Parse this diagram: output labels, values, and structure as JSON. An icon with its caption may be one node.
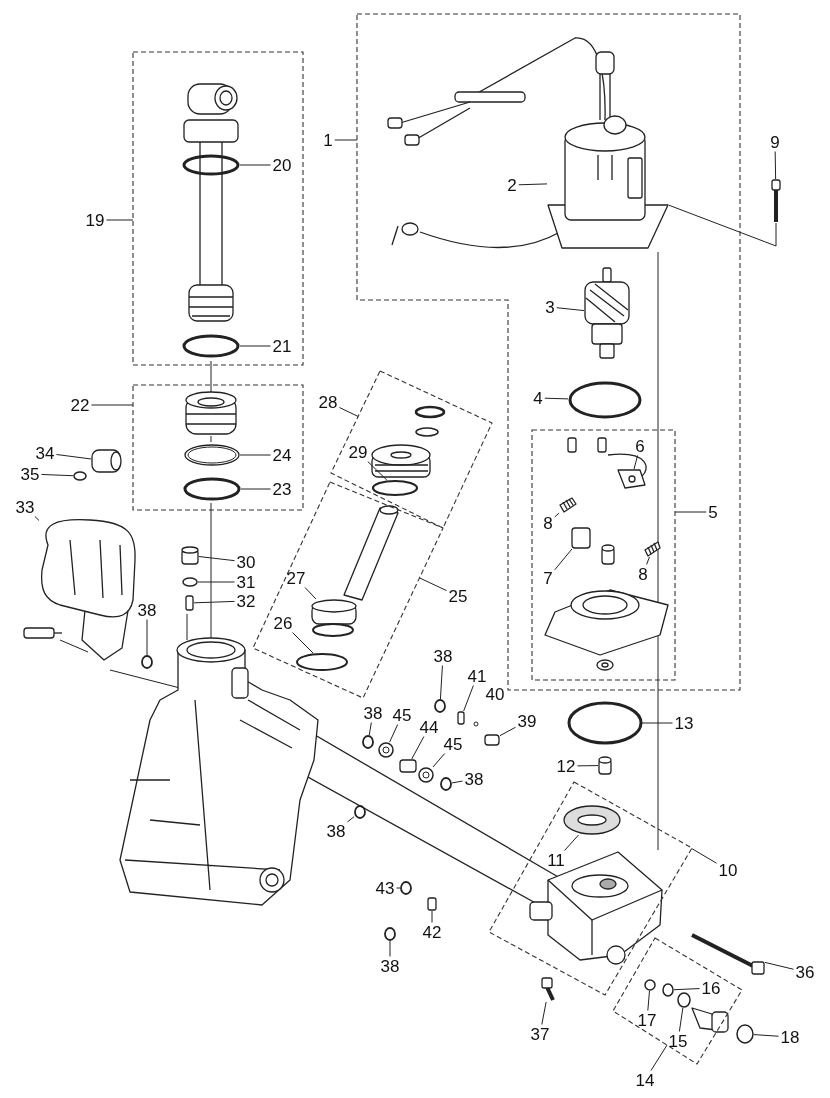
{
  "diagram": {
    "nodes": [
      {
        "text": [],
        "shape": "box"
      },
      {
        "text": [
          "1"
        ]
      },
      {
        "text": [
          "9"
        ]
      },
      {
        "text": [
          "2"
        ],
        "in": 0
      },
      {
        "text": [
          "3"
        ],
        "in": 0
      },
      {
        "text": [
          "4"
        ],
        "in": 0
      },
      {
        "text": [],
        "shape": "box",
        "in": 0
      },
      {
        "text": [
          "5"
        ],
        "in": 0
      },
      {
        "text": [
          "6"
        ],
        "in": 6
      },
      {
        "text": [
          "8"
        ],
        "in": 6
      },
      {
        "text": [
          "7"
        ],
        "in": 6
      },
      {
        "text": [
          "8"
        ],
        "in": 6
      },
      {
        "text": [],
        "shape": "box"
      },
      {
        "text": [
          "19"
        ]
      },
      {
        "text": [
          "20"
        ],
        "in": 12
      },
      {
        "text": [
          "21"
        ],
        "in": 12
      },
      {
        "text": [],
        "shape": "box"
      },
      {
        "text": [
          "22"
        ]
      },
      {
        "text": [
          "24"
        ],
        "in": 16
      },
      {
        "text": [
          "23"
        ],
        "in": 16
      },
      {
        "text": [],
        "shape": "box"
      },
      {
        "text": [
          "28"
        ]
      },
      {
        "text": [
          "29"
        ],
        "in": 20
      },
      {
        "text": [],
        "shape": "box"
      },
      {
        "text": [
          "25"
        ]
      },
      {
        "text": [
          "27"
        ],
        "in": 23
      },
      {
        "text": [
          "26"
        ],
        "in": 23
      },
      {
        "text": [
          "30"
        ]
      },
      {
        "text": [
          "31"
        ]
      },
      {
        "text": [
          "32"
        ]
      },
      {
        "text": [
          "34"
        ]
      },
      {
        "text": [
          "35"
        ]
      },
      {
        "text": [
          "33"
        ]
      },
      {
        "text": [
          "38"
        ]
      },
      {
        "text": [
          "38"
        ]
      },
      {
        "text": [
          "41"
        ]
      },
      {
        "text": [
          "38"
        ]
      },
      {
        "text": [
          "45"
        ]
      },
      {
        "text": [
          "44"
        ]
      },
      {
        "text": [
          "39"
        ]
      },
      {
        "text": [
          "45"
        ]
      },
      {
        "text": [
          "38"
        ]
      },
      {
        "text": [
          "13"
        ]
      },
      {
        "text": [
          "12"
        ]
      },
      {
        "text": [
          "38"
        ]
      },
      {
        "text": [],
        "shape": "box"
      },
      {
        "text": [
          "10"
        ]
      },
      {
        "text": [
          "11"
        ],
        "in": 45
      },
      {
        "text": [
          "43"
        ]
      },
      {
        "text": [
          "42"
        ]
      },
      {
        "text": [
          "38"
        ]
      },
      {
        "text": [],
        "shape": "box"
      },
      {
        "text": [
          "14"
        ]
      },
      {
        "text": [
          "17"
        ],
        "in": 51
      },
      {
        "text": [
          "15"
        ],
        "in": 51
      },
      {
        "text": [
          "16"
        ],
        "in": 51
      },
      {
        "text": [
          "18"
        ]
      },
      {
        "text": [
          "36"
        ]
      },
      {
        "text": [
          "37"
        ]
      },
      {
        "text": [],
        "shape": "picture"
      },
      {
        "text": [],
        "shape": "picture",
        "in": 0
      },
      {
        "text": [],
        "shape": "picture",
        "in": 0
      },
      {
        "text": [],
        "shape": "circle",
        "in": 0
      },
      {
        "text": [],
        "shape": "picture",
        "in": 6
      },
      {
        "text": [],
        "shape": "picture",
        "in": 6
      },
      {
        "text": [],
        "shape": "box",
        "in": 6
      },
      {
        "text": [],
        "shape": "picture",
        "in": 6
      },
      {
        "text": [],
        "shape": "circle",
        "in": 12
      },
      {
        "text": [],
        "shape": "circle",
        "in": 12
      },
      {
        "text": [],
        "shape": "circle",
        "in": 16
      },
      {
        "text": [],
        "shape": "circle",
        "in": 16
      },
      {
        "text": [],
        "shape": "circle",
        "in": 20
      },
      {
        "text": [],
        "shape": "cylinder",
        "in": 23
      },
      {
        "text": [],
        "shape": "circle",
        "in": 23
      },
      {
        "text": [],
        "shape": "cylinder"
      },
      {
        "text": [],
        "shape": "circle"
      },
      {
        "text": [],
        "shape": "box"
      },
      {
        "text": [],
        "shape": "cylinder"
      },
      {
        "text": [],
        "shape": "circle"
      },
      {
        "text": [],
        "shape": "picture"
      },
      {
        "text": [],
        "shape": "circle"
      },
      {
        "text": [],
        "shape": "circle"
      },
      {
        "text": [],
        "shape": "box"
      },
      {
        "text": [],
        "shape": "circle"
      },
      {
        "text": [],
        "shape": "circle"
      },
      {
        "text": [],
        "shape": "box"
      },
      {
        "text": [],
        "shape": "box"
      },
      {
        "text": [],
        "shape": "circle"
      },
      {
        "text": [],
        "shape": "circle"
      },
      {
        "text": [],
        "shape": "circle"
      },
      {
        "text": [],
        "shape": "cylinder"
      },
      {
        "text": [],
        "shape": "circle"
      },
      {
        "text": [],
        "shape": "circle",
        "in": 45
      },
      {
        "text": [],
        "shape": "circle"
      },
      {
        "text": [],
        "shape": "box"
      },
      {
        "text": [],
        "shape": "circle"
      },
      {
        "text": [],
        "shape": "circle",
        "in": 51
      },
      {
        "text": [],
        "shape": "circle",
        "in": 51
      },
      {
        "text": [],
        "shape": "circle",
        "in": 51
      },
      {
        "text": [],
        "shape": "circle"
      },
      {
        "text": [],
        "shape": "picture"
      },
      {
        "text": [],
        "shape": "picture"
      }
    ],
    "edges": [
      {
        "from": 1,
        "to": 0,
        "arrow": "none"
      },
      {
        "from": 2,
        "to": 59,
        "arrow": "none"
      },
      {
        "from": 3,
        "to": 60,
        "arrow": "none"
      },
      {
        "from": 4,
        "to": 61,
        "arrow": "none"
      },
      {
        "from": 5,
        "to": 62,
        "arrow": "none"
      },
      {
        "from": 7,
        "to": 6,
        "arrow": "none"
      },
      {
        "from": 8,
        "to": 63,
        "arrow": "none"
      },
      {
        "from": 9,
        "to": 64,
        "arrow": "none"
      },
      {
        "from": 10,
        "to": 65,
        "arrow": "none"
      },
      {
        "from": 11,
        "to": 66,
        "arrow": "none"
      },
      {
        "from": 13,
        "to": 12,
        "arrow": "none"
      },
      {
        "from": 14,
        "to": 67,
        "arrow": "none"
      },
      {
        "from": 15,
        "to": 68,
        "arrow": "none"
      },
      {
        "from": 17,
        "to": 16,
        "arrow": "none"
      },
      {
        "from": 18,
        "to": 69,
        "arrow": "none"
      },
      {
        "from": 19,
        "to": 70,
        "arrow": "none"
      },
      {
        "from": 21,
        "to": 20,
        "arrow": "none"
      },
      {
        "from": 22,
        "to": 71,
        "arrow": "none"
      },
      {
        "from": 24,
        "to": 23,
        "arrow": "none"
      },
      {
        "from": 25,
        "to": 72,
        "arrow": "none"
      },
      {
        "from": 26,
        "to": 73,
        "arrow": "none"
      },
      {
        "from": 27,
        "to": 74,
        "arrow": "none"
      },
      {
        "from": 28,
        "to": 75,
        "arrow": "none"
      },
      {
        "from": 29,
        "to": 76,
        "arrow": "none"
      },
      {
        "from": 30,
        "to": 77,
        "arrow": "none"
      },
      {
        "from": 31,
        "to": 78,
        "arrow": "none"
      },
      {
        "from": 32,
        "to": 79,
        "arrow": "none"
      },
      {
        "from": 33,
        "to": 80,
        "arrow": "none"
      },
      {
        "from": 34,
        "to": 81,
        "arrow": "none"
      },
      {
        "from": 35,
        "to": 82,
        "arrow": "none"
      },
      {
        "from": 36,
        "to": 83,
        "arrow": "none"
      },
      {
        "from": 37,
        "to": 84,
        "arrow": "none"
      },
      {
        "from": 38,
        "to": 85,
        "arrow": "none"
      },
      {
        "from": 39,
        "to": 86,
        "arrow": "none"
      },
      {
        "from": 40,
        "to": 87,
        "arrow": "none"
      },
      {
        "from": 41,
        "to": 88,
        "arrow": "none"
      },
      {
        "from": 42,
        "to": 89,
        "arrow": "none"
      },
      {
        "from": 43,
        "to": 90,
        "arrow": "none"
      },
      {
        "from": 44,
        "to": 91,
        "arrow": "none"
      },
      {
        "from": 46,
        "to": 45,
        "arrow": "none"
      },
      {
        "from": 47,
        "to": 92,
        "arrow": "none"
      },
      {
        "from": 48,
        "to": 93,
        "arrow": "none"
      },
      {
        "from": 49,
        "to": 94,
        "arrow": "none"
      },
      {
        "from": 50,
        "to": 95,
        "arrow": "none"
      },
      {
        "from": 52,
        "to": 51,
        "arrow": "none"
      },
      {
        "from": 53,
        "to": 96,
        "arrow": "none"
      },
      {
        "from": 54,
        "to": 97,
        "arrow": "none"
      },
      {
        "from": 55,
        "to": 98,
        "arrow": "none"
      },
      {
        "from": 56,
        "to": 99,
        "arrow": "none"
      },
      {
        "from": 57,
        "to": 100,
        "arrow": "none"
      },
      {
        "from": 58,
        "to": 101,
        "arrow": "none"
      },
      {
        "from": 60,
        "to": 59,
        "arrow": "none"
      }
    ],
    "labels": [
      "40"
    ]
  }
}
